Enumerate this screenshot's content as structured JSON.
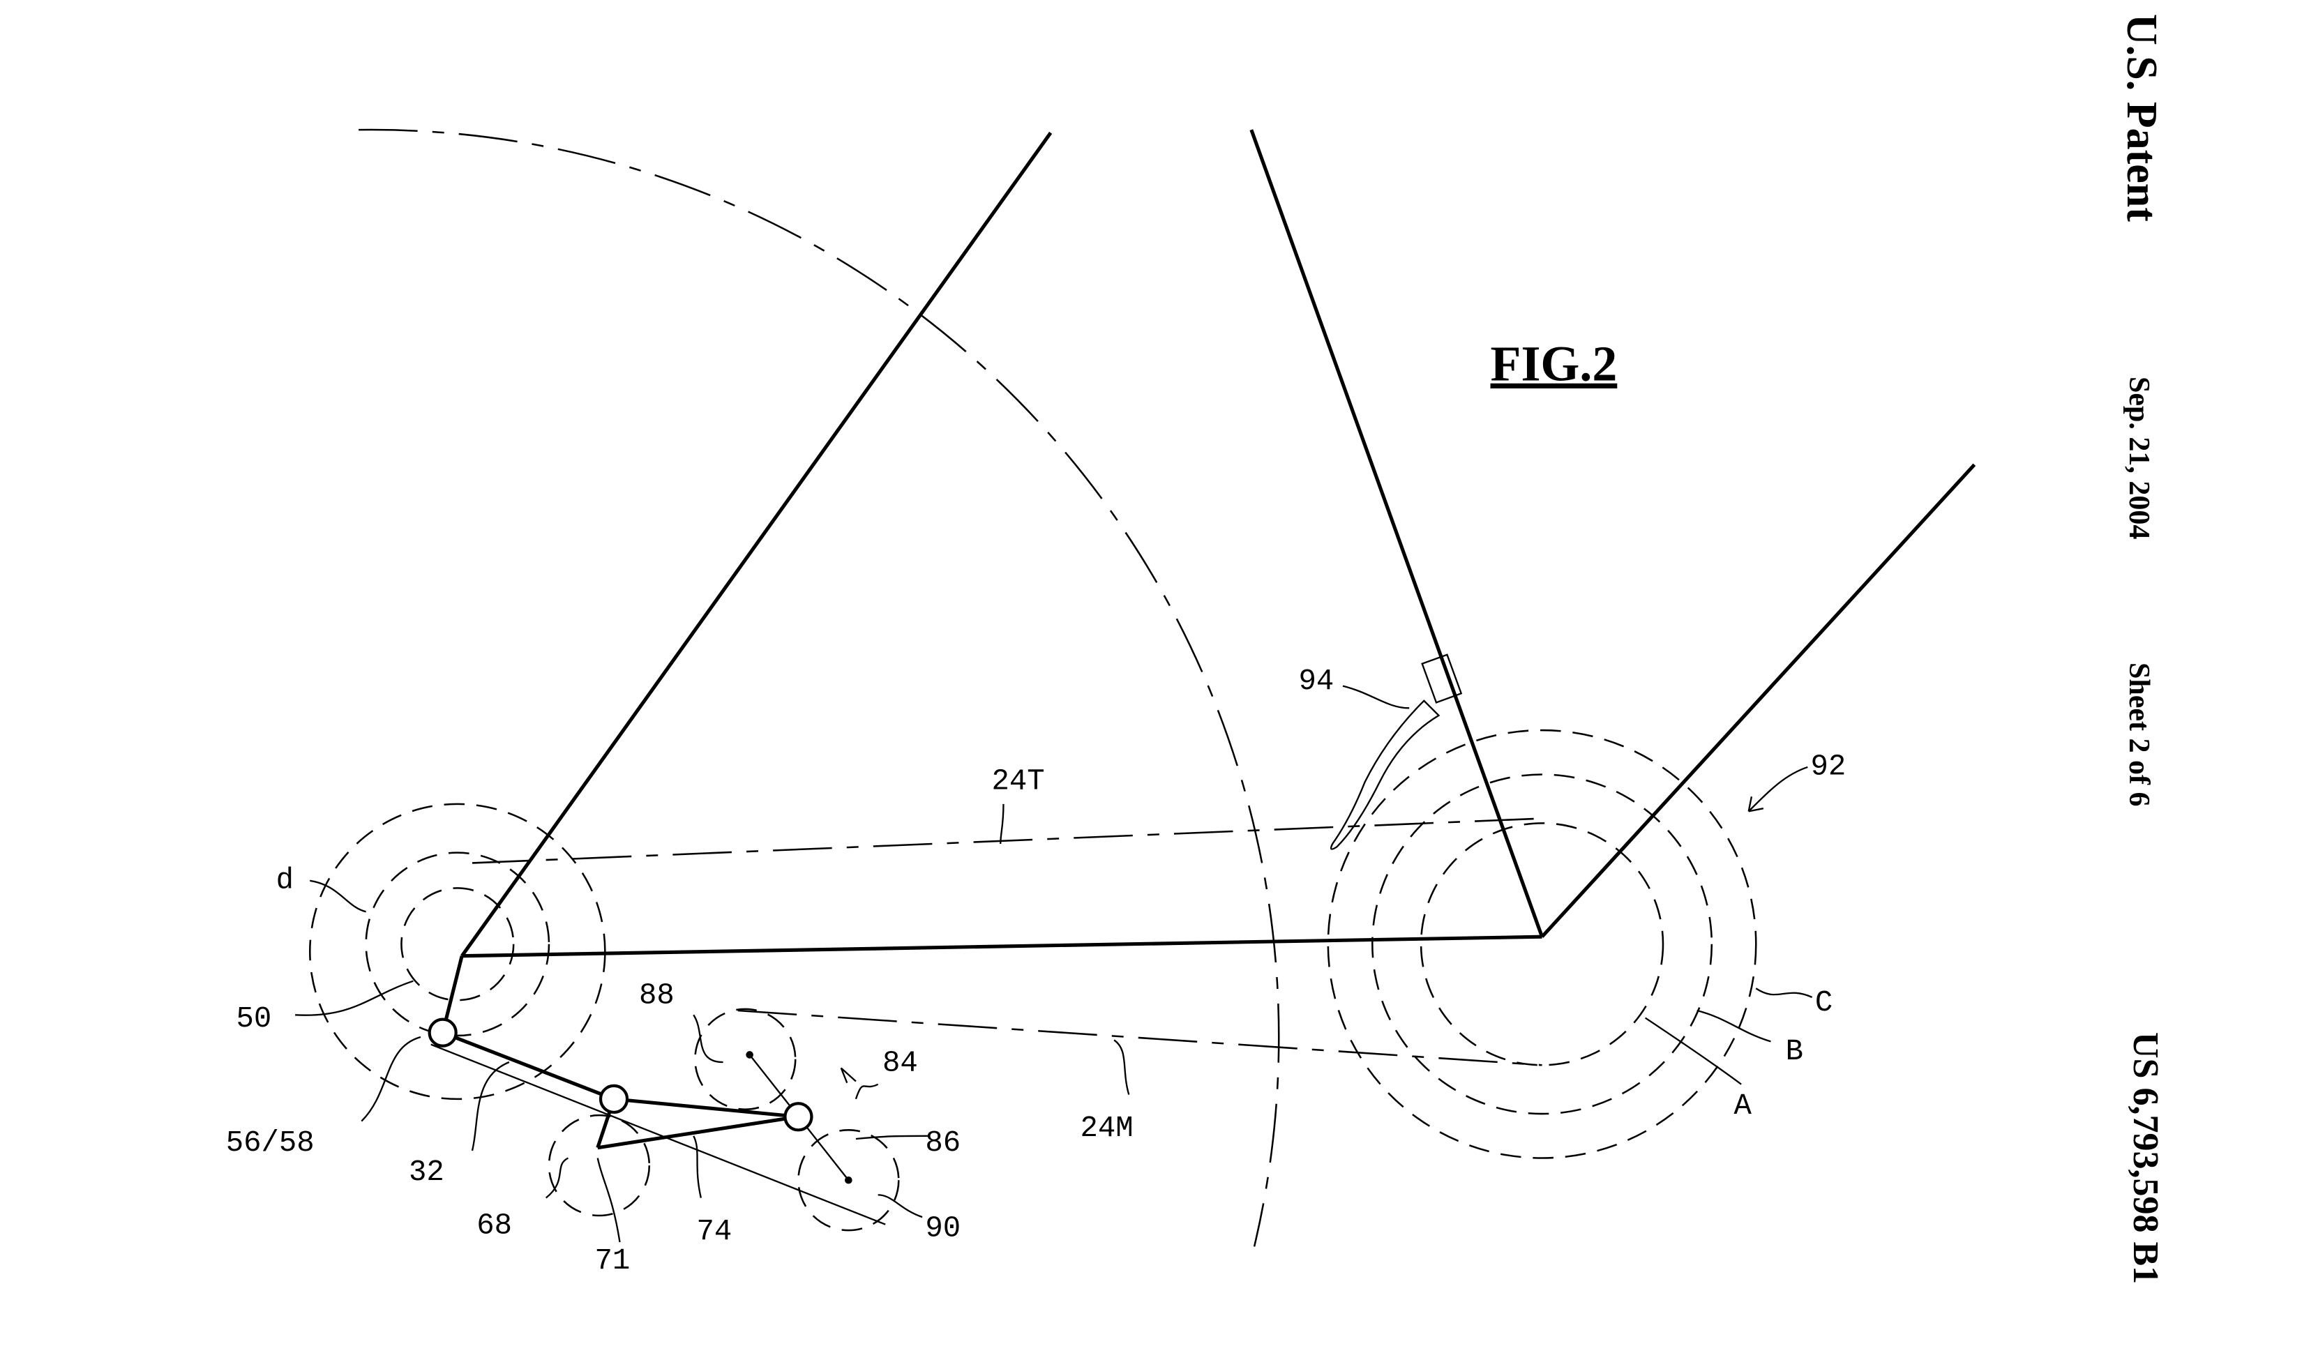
{
  "header": {
    "title": "U.S. Patent",
    "date": "Sep. 21, 2004",
    "sheet": "Sheet 2 of 6",
    "number": "US 6,793,598 B1"
  },
  "figure": {
    "title": "FIG.2",
    "labels": {
      "d": "d",
      "n50": "50",
      "n56_58": "56/58",
      "n32": "32",
      "n68": "68",
      "n71": "71",
      "n74": "74",
      "n88": "88",
      "n84": "84",
      "n86": "86",
      "n90": "90",
      "n24T": "24T",
      "n24M": "24M",
      "n94": "94",
      "n92": "92",
      "A": "A",
      "B": "B",
      "C": "C"
    }
  }
}
